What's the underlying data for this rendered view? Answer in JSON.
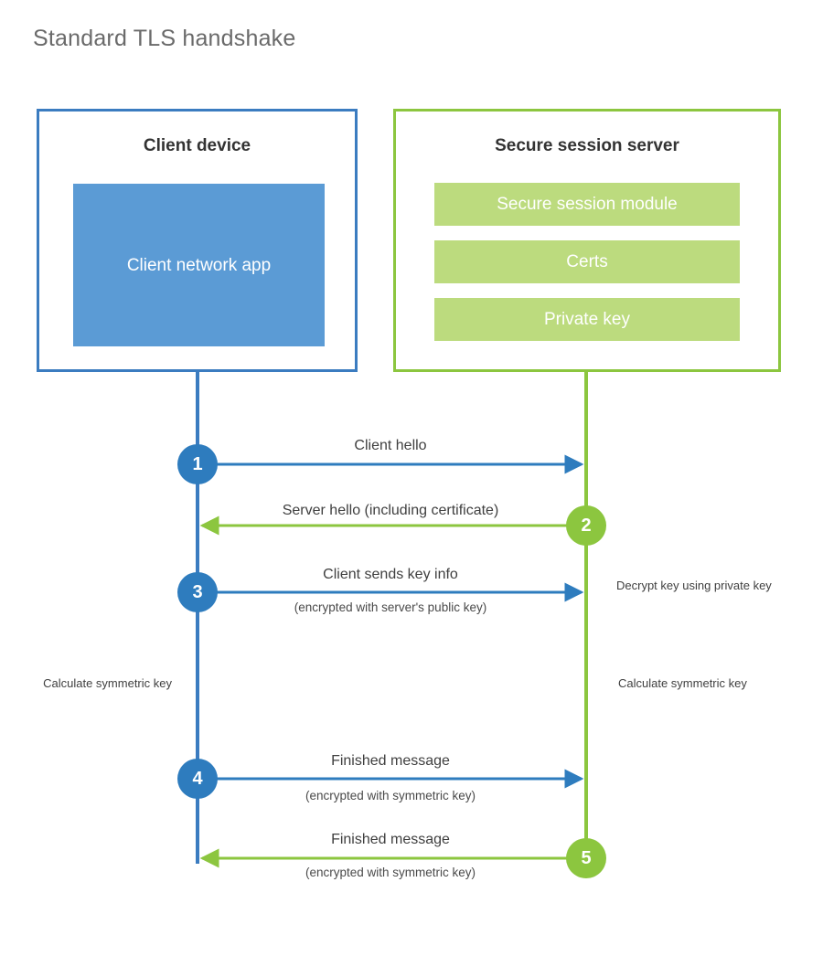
{
  "title": "Standard TLS handshake",
  "colors": {
    "client_border": "#3b7cc0",
    "client_app_fill": "#5b9bd5",
    "server_border": "#8cc63f",
    "server_module_fill": "#bcdb7e",
    "blue_circle": "#2e7cbe",
    "green_circle": "#8cc63f",
    "title_text": "#6a6a6a",
    "body_text": "#3f3f3f"
  },
  "client": {
    "title": "Client device",
    "app_label": "Client network app"
  },
  "server": {
    "title": "Secure session server",
    "modules": [
      {
        "label": "Secure session module"
      },
      {
        "label": "Certs"
      },
      {
        "label": "Private key"
      }
    ]
  },
  "steps": [
    {
      "number": "1",
      "side": "client",
      "direction": "to-server",
      "color": "blue",
      "label": "Client hello",
      "sublabel": ""
    },
    {
      "number": "2",
      "side": "server",
      "direction": "to-client",
      "color": "green",
      "label": "Server hello (including certificate)",
      "sublabel": ""
    },
    {
      "number": "3",
      "side": "client",
      "direction": "to-server",
      "color": "blue",
      "label": "Client sends key info",
      "sublabel": "(encrypted with server's public key)"
    },
    {
      "number": "4",
      "side": "client",
      "direction": "to-server",
      "color": "blue",
      "label": "Finished message",
      "sublabel": "(encrypted with symmetric key)"
    },
    {
      "number": "5",
      "side": "server",
      "direction": "to-client",
      "color": "green",
      "label": "Finished message",
      "sublabel": "(encrypted with symmetric key)"
    }
  ],
  "annotations": {
    "decrypt_key": "Decrypt key using private key",
    "calculate_symmetric_key_client": "Calculate symmetric key",
    "calculate_symmetric_key_server": "Calculate symmetric key"
  }
}
